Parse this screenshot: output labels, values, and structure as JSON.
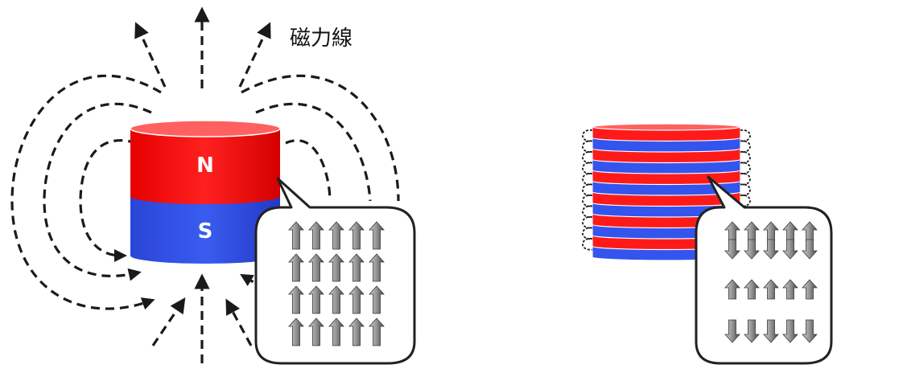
{
  "field_line_label": "磁力線",
  "magnet": {
    "north_label": "N",
    "south_label": "S",
    "north_color": "#ff1a1a",
    "south_color": "#3355ee"
  },
  "left_callout": {
    "description_rows": [
      "up",
      "up",
      "up",
      "up"
    ],
    "arrows_per_row": 5
  },
  "right_callout": {
    "description_rows": [
      "up-down",
      "up-down",
      "up",
      "down"
    ],
    "arrows_per_row": 5
  },
  "stack": {
    "layer_count": 12,
    "colors": [
      "#ff1a1a",
      "#3355ee"
    ]
  },
  "colors": {
    "line": "#1a1a1a",
    "callout_border": "#222222",
    "arrow_light": "#d8d8d8",
    "arrow_dark": "#555555"
  }
}
